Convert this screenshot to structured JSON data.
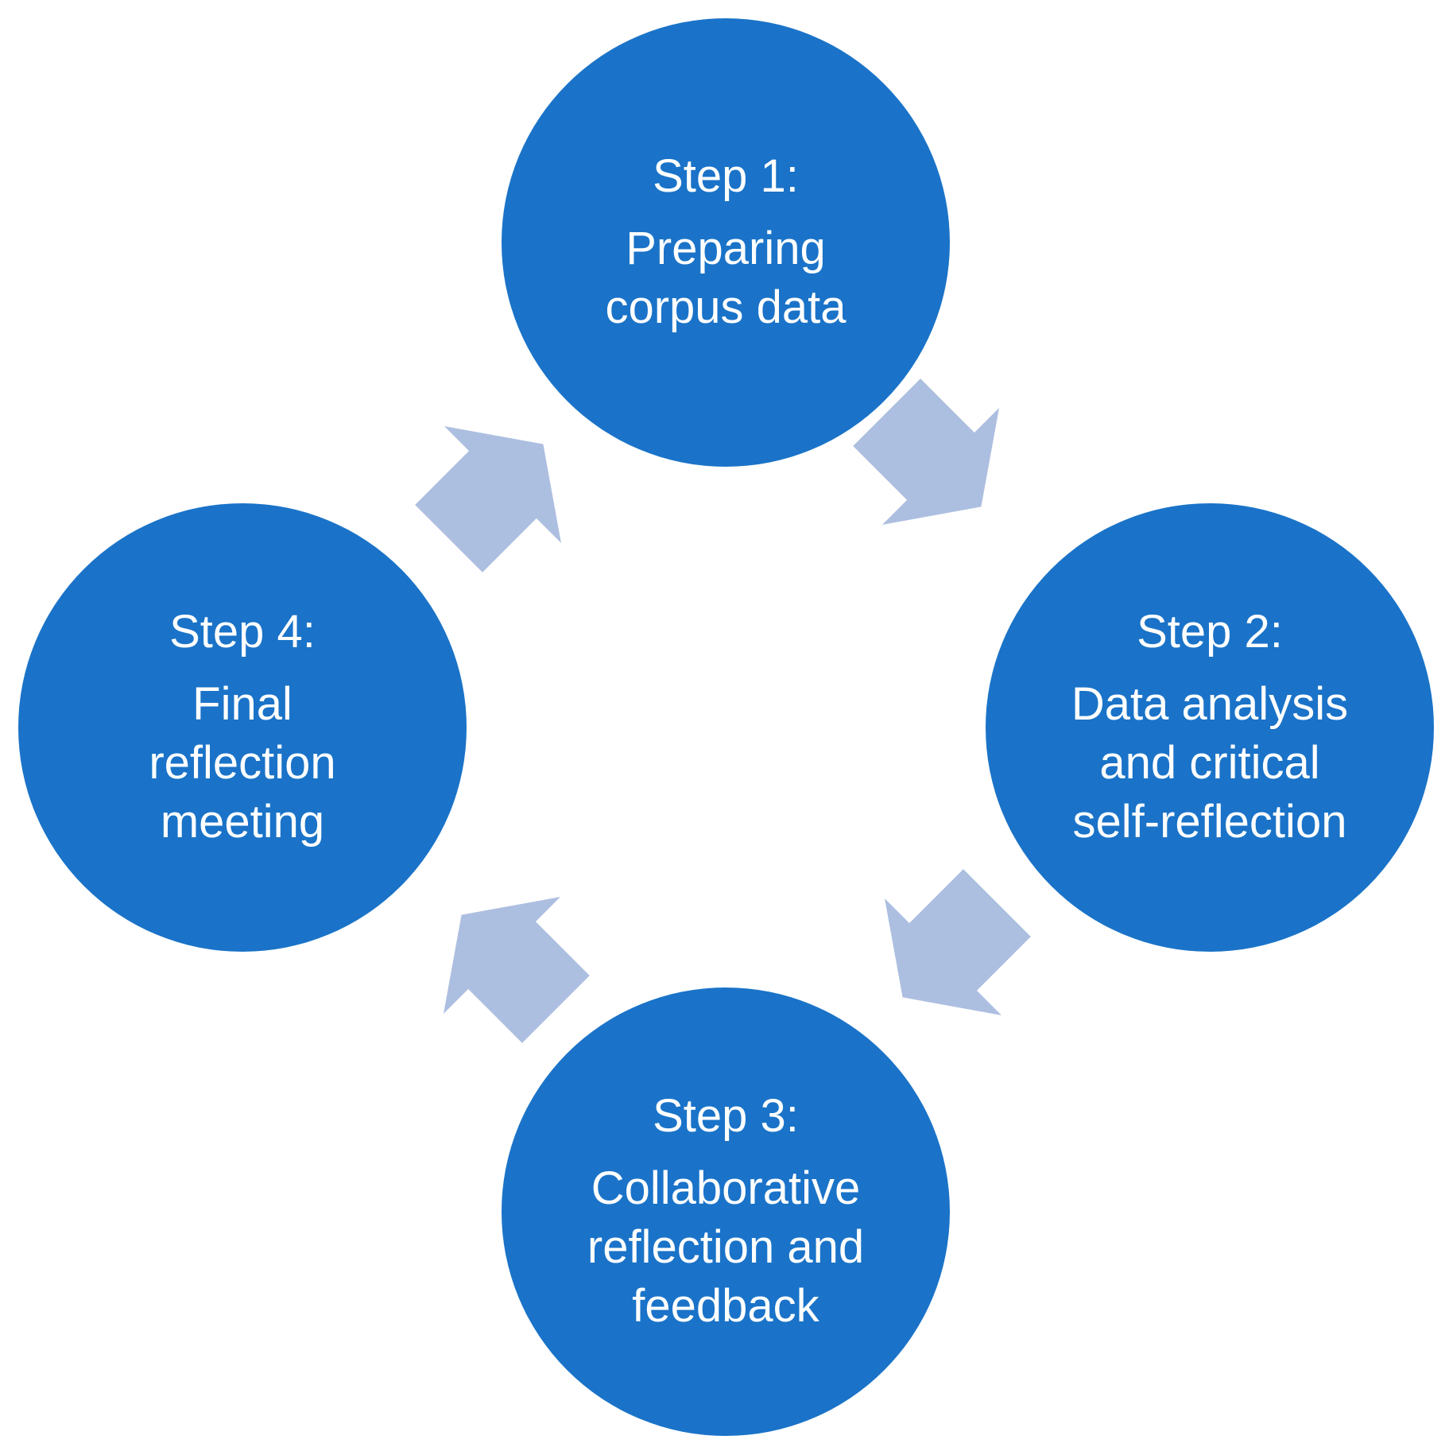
{
  "colors": {
    "circle": "#1a73c8",
    "arrow": "#adbfe0",
    "text": "#ffffff"
  },
  "steps": [
    {
      "title": "Step 1:",
      "lines": [
        "Preparing",
        "corpus data"
      ]
    },
    {
      "title": "Step 2:",
      "lines": [
        "Data analysis",
        "and critical",
        "self-reflection"
      ]
    },
    {
      "title": "Step 3:",
      "lines": [
        "Collaborative",
        "reflection and",
        "feedback"
      ]
    },
    {
      "title": "Step 4:",
      "lines": [
        "Final",
        "reflection",
        "meeting"
      ]
    }
  ],
  "arrows": [
    {
      "name": "arrow-step1-to-step2-icon",
      "direction": "down-right"
    },
    {
      "name": "arrow-step2-to-step3-icon",
      "direction": "down-left"
    },
    {
      "name": "arrow-step3-to-step4-icon",
      "direction": "up-left"
    },
    {
      "name": "arrow-step4-to-step1-icon",
      "direction": "up-right"
    }
  ]
}
